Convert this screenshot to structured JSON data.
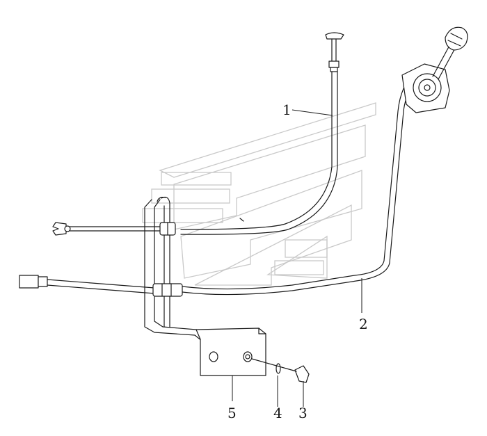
{
  "callouts": {
    "c1": "1",
    "c2": "2",
    "c3": "3",
    "c4": "4",
    "c5": "5"
  },
  "colors": {
    "line": "#1a1a1a",
    "watermark": "#c9c9c9",
    "background": "#ffffff"
  }
}
